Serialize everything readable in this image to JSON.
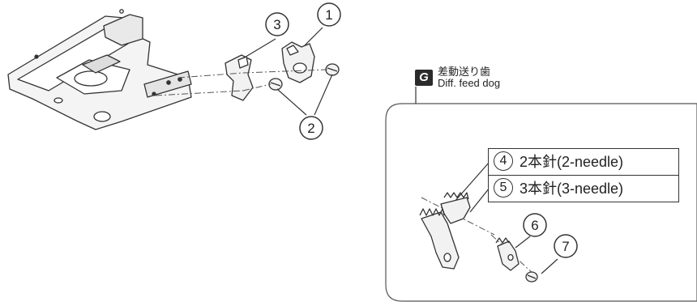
{
  "callouts": {
    "c1": "1",
    "c2": "2",
    "c3": "3",
    "c4": "4",
    "c5": "5",
    "c6": "6",
    "c7": "7"
  },
  "group_g": {
    "badge": "G",
    "label_jp": "差動送り歯",
    "label_en": "Diff. feed dog"
  },
  "needle_options": [
    {
      "num": "4",
      "label": "2本針(2-needle)"
    },
    {
      "num": "5",
      "label": "3本針(3-needle)"
    }
  ],
  "colors": {
    "line": "#333333",
    "part_fill": "#f2f2f2",
    "badge": "#2b2b2b"
  }
}
